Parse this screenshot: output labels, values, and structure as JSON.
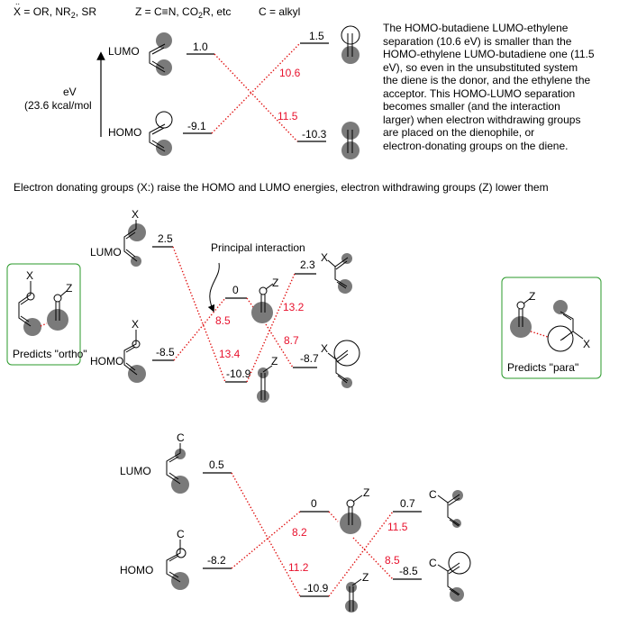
{
  "legend": {
    "x_symbol": "X",
    "x_def_a": " =  OR, NR",
    "x_def_sub": "2",
    "x_def_b": ", SR",
    "z_symbol": "Z",
    "z_def_a": " =  C≡N, CO",
    "z_def_sub": "2",
    "z_def_b": "R, etc",
    "c_def": "C  =  alkyl"
  },
  "axis": {
    "unit": "eV",
    "conversion": "(23.6 kcal/mol"
  },
  "orbitals": {
    "lumo": "LUMO",
    "homo": "HOMO"
  },
  "substituents": {
    "x": "X",
    "z": "Z",
    "c": "C"
  },
  "unsubstituted": {
    "diene_lumo": "1.0",
    "diene_homo": "-9.1",
    "ethylene_lumo": "1.5",
    "ethylene_homo": "-10.3",
    "gap_homo_diene_lumo_ethylene": "10.6",
    "gap_homo_ethylene_lumo_diene": "11.5"
  },
  "explanation": [
    "The HOMO-butadiene LUMO-ethylene",
    "separation (10.6 eV) is smaller than the",
    "HOMO-ethylene LUMO-butadiene one (11.5",
    "eV), so even in the unsubstituted system",
    "the diene is the donor, and the ethylene the",
    "acceptor.  This HOMO-LUMO separation",
    "becomes smaller (and the interaction",
    "larger) when electron withdrawing groups",
    "are placed on the dienophile, or",
    "electron-donating groups on the diene."
  ],
  "caption": "Electron donating groups (X:) raise the HOMO and LUMO energies, electron withdrawing groups (Z) lower them",
  "donor": {
    "diene_lumo": "2.5",
    "diene_homo": "-8.5",
    "dienophile_lumo": "0",
    "dienophile_homo": "-10.9",
    "diene2_lumo": "2.3",
    "diene2_homo": "-8.7",
    "gap_a": "8.5",
    "gap_b": "13.4",
    "gap_c": "13.2",
    "gap_d": "8.7",
    "principal": "Principal interaction",
    "ortho_box": "Predicts \"ortho\"",
    "para_box": "Predicts \"para\""
  },
  "alkyl": {
    "diene_lumo": "0.5",
    "diene_homo": "-8.2",
    "dienophile_lumo": "0",
    "dienophile_homo": "-10.9",
    "diene2_lumo": "0.7",
    "diene2_homo": "-8.5",
    "gap_a": "8.2",
    "gap_b": "11.2",
    "gap_c": "11.5",
    "gap_d": "8.5"
  },
  "colors": {
    "gap_label": "#e8112d",
    "box_border": "#2a9a2a",
    "lobe": "#7a7a7a"
  }
}
